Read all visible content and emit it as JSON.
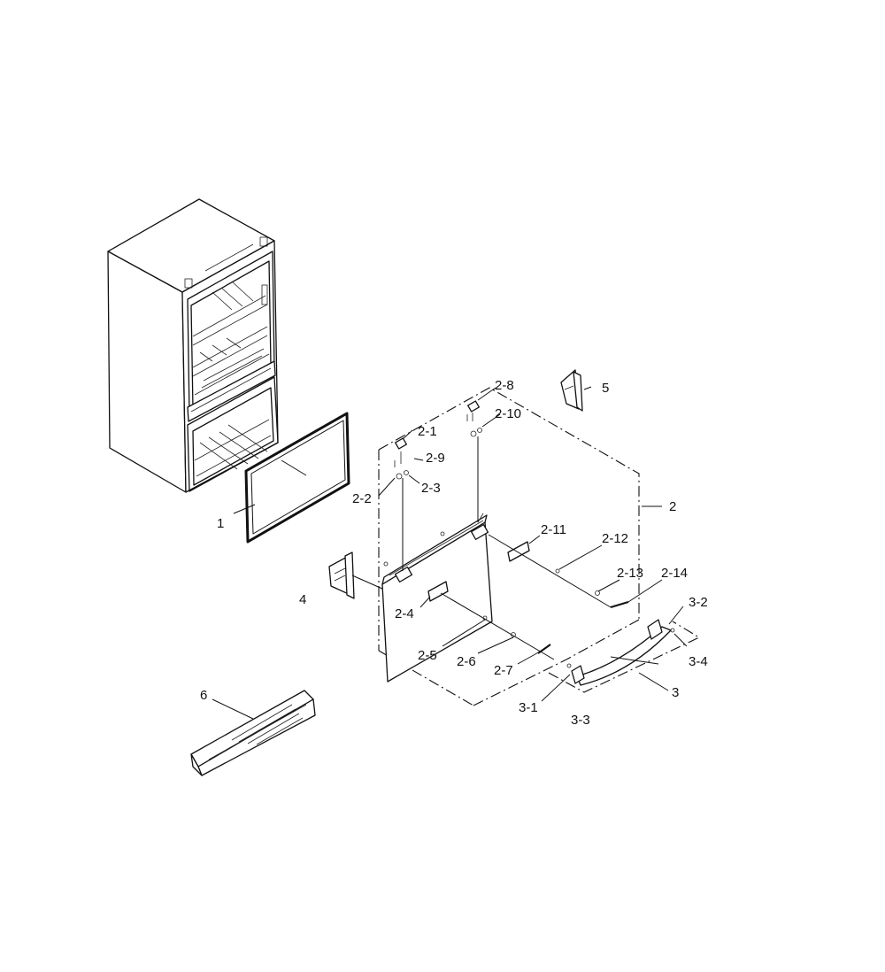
{
  "colors": {
    "line": "#111111",
    "background": "#ffffff"
  },
  "labels": [
    {
      "key": "l1",
      "text": "1"
    },
    {
      "key": "l2",
      "text": "2"
    },
    {
      "key": "l2_1",
      "text": "2-1"
    },
    {
      "key": "l2_2",
      "text": "2-2"
    },
    {
      "key": "l2_3",
      "text": "2-3"
    },
    {
      "key": "l2_4",
      "text": "2-4"
    },
    {
      "key": "l2_5",
      "text": "2-5"
    },
    {
      "key": "l2_6",
      "text": "2-6"
    },
    {
      "key": "l2_7",
      "text": "2-7"
    },
    {
      "key": "l2_8",
      "text": "2-8"
    },
    {
      "key": "l2_9",
      "text": "2-9"
    },
    {
      "key": "l2_10",
      "text": "2-10"
    },
    {
      "key": "l2_11",
      "text": "2-11"
    },
    {
      "key": "l2_12",
      "text": "2-12"
    },
    {
      "key": "l2_13",
      "text": "2-13"
    },
    {
      "key": "l2_14",
      "text": "2-14"
    },
    {
      "key": "l3",
      "text": "3"
    },
    {
      "key": "l3_1",
      "text": "3-1"
    },
    {
      "key": "l3_2",
      "text": "3-2"
    },
    {
      "key": "l3_3",
      "text": "3-3"
    },
    {
      "key": "l3_4",
      "text": "3-4"
    },
    {
      "key": "l4",
      "text": "4"
    },
    {
      "key": "l5",
      "text": "5"
    },
    {
      "key": "l6",
      "text": "6"
    }
  ]
}
